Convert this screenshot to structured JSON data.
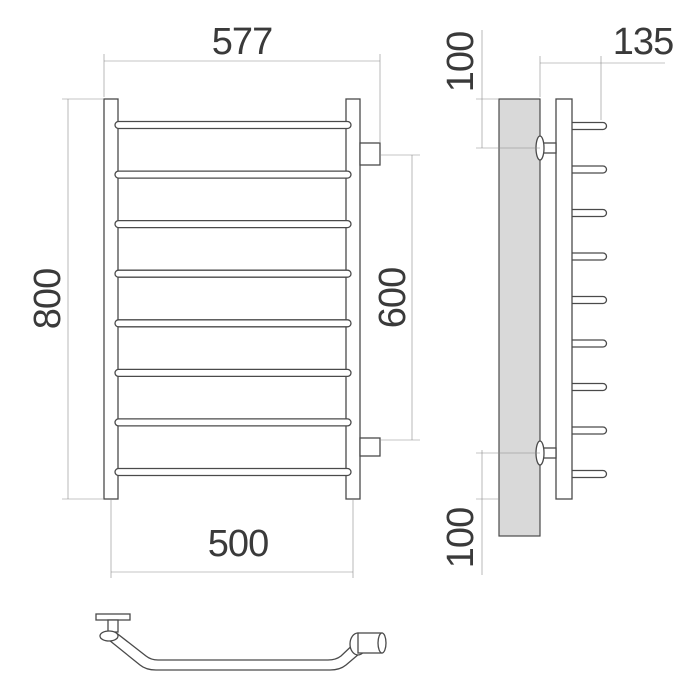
{
  "dimensions": {
    "overall_width": "577",
    "overall_height": "800",
    "connection_spacing": "600",
    "inner_width": "500",
    "wall_offset": "135",
    "top_offset": "100",
    "bottom_offset": "100"
  },
  "rung_count": 8,
  "side_rung_count": 9
}
